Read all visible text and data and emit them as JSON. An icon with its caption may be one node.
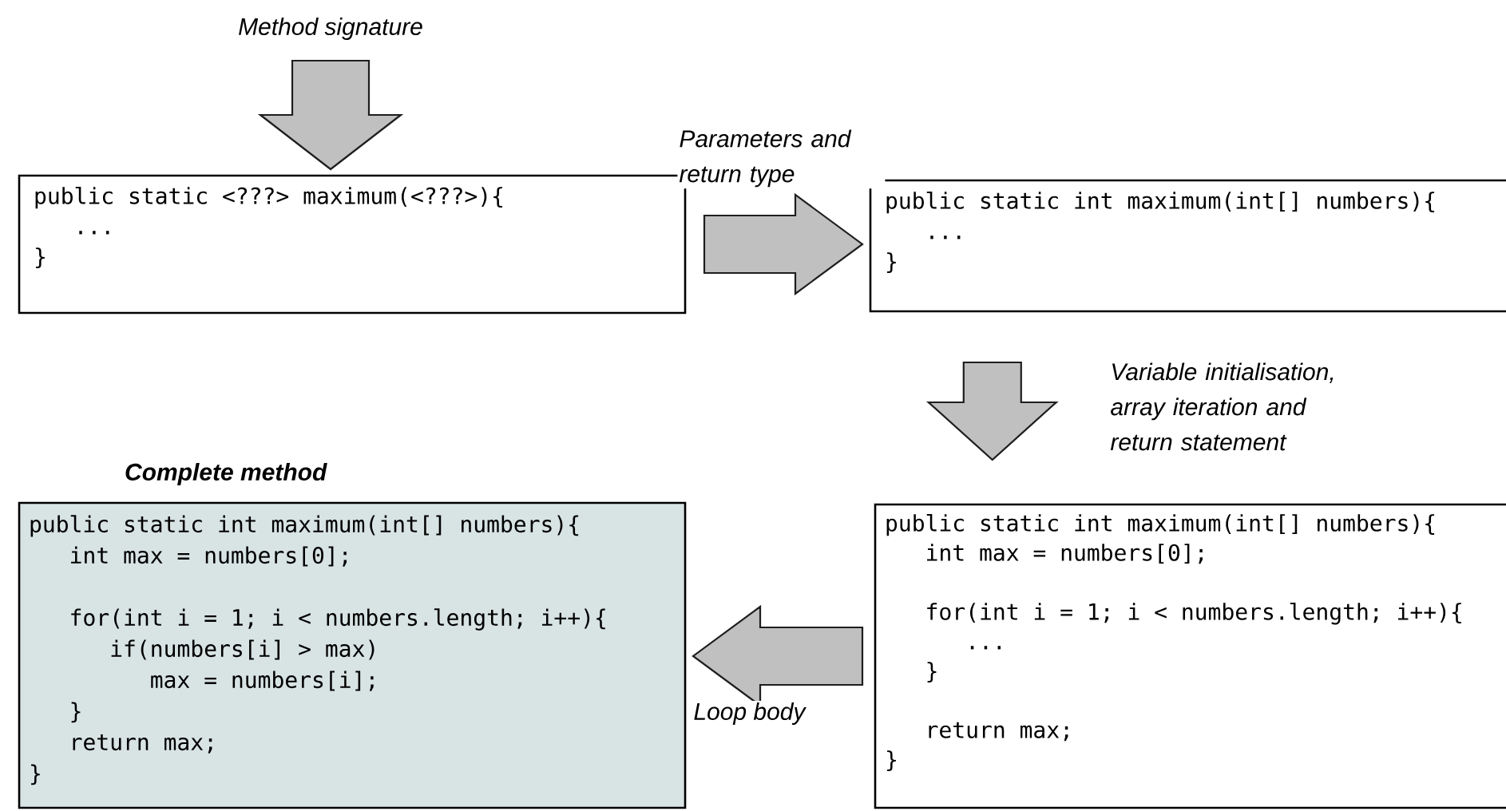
{
  "diagram": {
    "nodes": [
      {
        "text": [
          "public static <???> maximum(<???>){",
          "...",
          "}"
        ]
      },
      {
        "text": [
          "public static int maximum(int[] numbers){",
          "...",
          "}"
        ]
      },
      {
        "text": [
          "public static int maximum(int[] numbers){",
          "int max = numbers[0];",
          "for(int i = 1; i < numbers.length; i++){",
          "...",
          "}",
          "return max;",
          "}"
        ]
      },
      {
        "text": [
          "Complete method",
          "public static int maximum(int[] numbers){",
          "int max = numbers[0];",
          "for(int i = 1; i < numbers.length; i++){",
          "if(numbers[i] > max)",
          "max = numbers[i];",
          "}",
          "return max;",
          "}"
        ]
      }
    ],
    "edges": [
      {
        "from": null,
        "to": 0,
        "arrow": "to",
        "label": "Method signature"
      },
      {
        "from": 0,
        "to": 1,
        "arrow": "to",
        "label": "Parameters and return type"
      },
      {
        "from": 1,
        "to": 2,
        "arrow": "to",
        "label": "Variable initialisation, array iteration and return statement"
      },
      {
        "from": 2,
        "to": 3,
        "arrow": "to",
        "label": "Loop body"
      }
    ]
  }
}
